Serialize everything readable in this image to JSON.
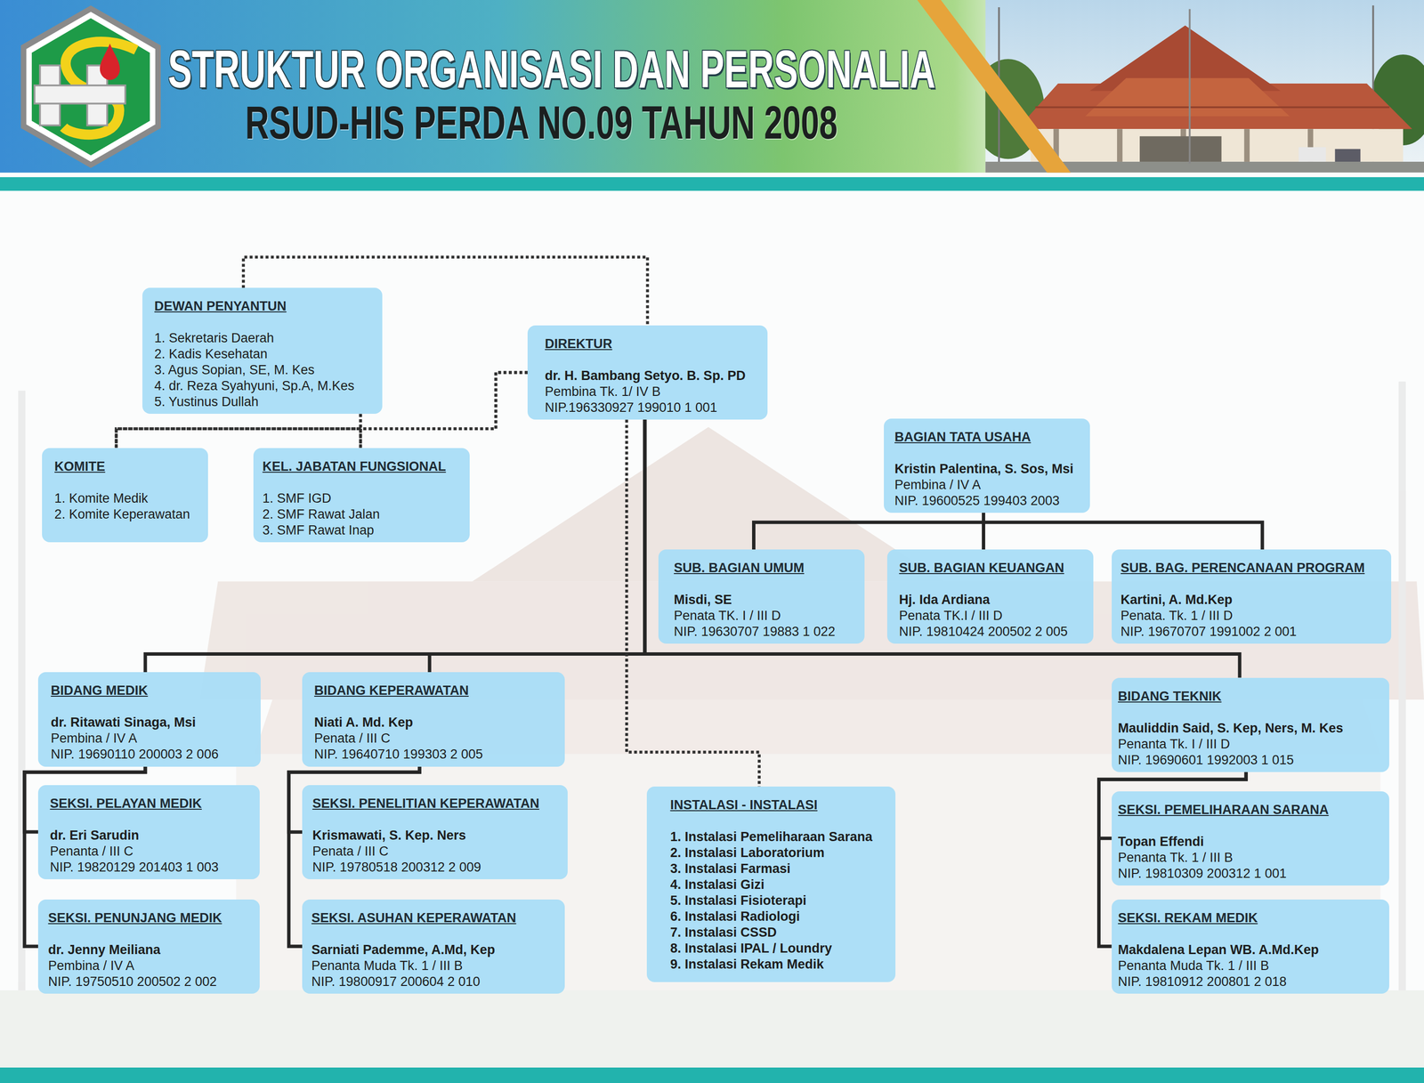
{
  "diagram": {
    "title": "STRUKTUR ORGANISASI DAN PERSONALIA",
    "nodes": [
      {
        "text": [
          "DEWAN PENYANTUN",
          "1. Sekretaris Daerah",
          "2. Kadis Kesehatan",
          "3. Agus Sopian, SE, M. Kes",
          "4. dr. Reza Syahyuni, Sp.A, M.Kes",
          "5. Yustinus Dullah"
        ]
      },
      {
        "text": [
          "DIREKTUR",
          "dr. H. Bambang Setyo. B. Sp. PD",
          "Pembina Tk. 1/ IV B",
          "NIP.196330927 199010 1 001"
        ]
      },
      {
        "text": [
          "BAGIAN TATA USAHA",
          "Kristin Palentina, S. Sos, Msi",
          "Pembina / IV A",
          "NIP. 19600525 199403 2003"
        ]
      },
      {
        "text": [
          "KOMITE",
          "1. Komite Medik",
          "2. Komite Keperawatan"
        ]
      },
      {
        "text": [
          "KEL. JABATAN FUNGSIONAL",
          "1. SMF IGD",
          "2. SMF Rawat Jalan",
          "3. SMF Rawat Inap"
        ]
      },
      {
        "text": [
          "SUB. BAGIAN UMUM",
          "Misdi, SE",
          "Penata TK. I / III D",
          "NIP. 19630707 19883 1 022"
        ]
      },
      {
        "text": [
          "SUB. BAGIAN KEUANGAN",
          "Hj. Ida Ardiana",
          "Penata TK.I / III D",
          "NIP. 19810424 200502 2 005"
        ]
      },
      {
        "text": [
          "SUB. BAG. PERENCANAAN PROGRAM",
          "Kartini, A. Md.Kep",
          "Penata. Tk. 1 / III D",
          "NIP. 19670707 1991002 2 001"
        ]
      },
      {
        "text": [
          "BIDANG MEDIK",
          "dr. Ritawati Sinaga, Msi",
          "Pembina / IV A",
          "NIP. 19690110 200003 2 006"
        ]
      },
      {
        "text": [
          "BIDANG KEPERAWATAN",
          "Niati A. Md. Kep",
          "Penata / III C",
          "NIP. 19640710 199303 2 005"
        ]
      },
      {
        "text": [
          "BIDANG TEKNIK",
          "Mauliddin Said, S. Kep, Ners, M. Kes",
          "Penanta Tk. I / III D",
          "NIP. 19690601 1992003 1 015"
        ]
      },
      {
        "text": [
          "SEKSI. PELAYAN MEDIK",
          "dr. Eri Sarudin",
          "Penanta / III C",
          "NIP. 19820129 201403 1 003"
        ]
      },
      {
        "text": [
          "SEKSI. PENELITIAN KEPERAWATAN",
          "Krismawati, S. Kep. Ners",
          "Penata / III C",
          "NIP. 19780518 200312 2 009"
        ]
      },
      {
        "text": [
          "INSTALASI - INSTALASI",
          "1. Instalasi Pemeliharaan Sarana",
          "2. Instalasi Laboratorium",
          "3. Instalasi Farmasi",
          "4. Instalasi Gizi",
          "5. Instalasi Fisioterapi",
          "6. Instalasi Radiologi",
          "7. Instalasi CSSD",
          "8. Instalasi IPAL / Loundry",
          "9. Instalasi Rekam Medik"
        ]
      },
      {
        "text": [
          "SEKSI. PEMELIHARAAN SARANA",
          "Topan Effendi",
          "Penanta Tk. 1 / III B",
          "NIP. 19810309 200312 1 001"
        ]
      },
      {
        "text": [
          "SEKSI. PENUNJANG MEDIK",
          "dr. Jenny Meiliana",
          "Pembina / IV A",
          "NIP. 19750510 200502 2 002"
        ]
      },
      {
        "text": [
          "SEKSI. ASUHAN KEPERAWATAN",
          "Sarniati Pademme, A.Md, Kep",
          "Penanta Muda Tk. 1 / III B",
          "NIP. 19800917 200604 2 010"
        ]
      },
      {
        "text": [
          "SEKSI. REKAM MEDIK",
          "Makdalena Lepan WB. A.Md.Kep",
          "Penanta Muda Tk. 1 / III B",
          "NIP. 19810912 200801 2 018"
        ]
      }
    ],
    "edges": [
      {
        "from": 0,
        "to": 1,
        "arrow": "none"
      },
      {
        "from": 1,
        "to": 3,
        "arrow": "none"
      },
      {
        "from": 1,
        "to": 4,
        "arrow": "none"
      },
      {
        "from": 0,
        "to": 3,
        "arrow": "none"
      },
      {
        "from": 0,
        "to": 4,
        "arrow": "none"
      },
      {
        "from": 1,
        "to": 8,
        "arrow": "none"
      },
      {
        "from": 1,
        "to": 9,
        "arrow": "none"
      },
      {
        "from": 1,
        "to": 10,
        "arrow": "none"
      },
      {
        "from": 1,
        "to": 13,
        "arrow": "none"
      },
      {
        "from": 2,
        "to": 5,
        "arrow": "none"
      },
      {
        "from": 2,
        "to": 6,
        "arrow": "none"
      },
      {
        "from": 2,
        "to": 7,
        "arrow": "none"
      },
      {
        "from": 8,
        "to": 11,
        "arrow": "none"
      },
      {
        "from": 8,
        "to": 15,
        "arrow": "none"
      },
      {
        "from": 9,
        "to": 12,
        "arrow": "none"
      },
      {
        "from": 9,
        "to": 16,
        "arrow": "none"
      },
      {
        "from": 10,
        "to": 14,
        "arrow": "none"
      },
      {
        "from": 10,
        "to": 17,
        "arrow": "none"
      }
    ],
    "labels": [
      "RSUD-HIS PERDA NO.09 TAHUN 2008"
    ]
  }
}
